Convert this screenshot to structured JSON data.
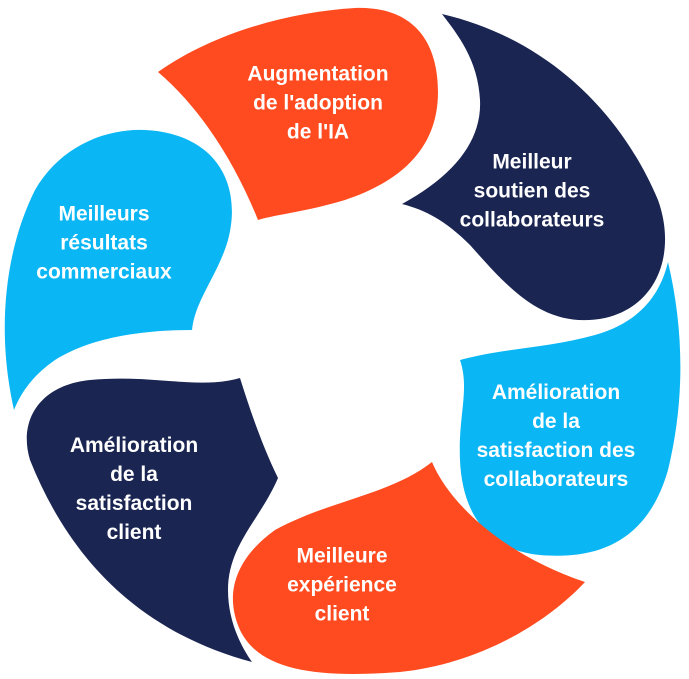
{
  "colors": {
    "orange": "#ff4b1f",
    "navy": "#1a2552",
    "sky": "#0ab6f3",
    "text": "#ffffff",
    "background": "#ffffff"
  },
  "segments": [
    {
      "id": "adoption-ia",
      "color": "orange",
      "lines": [
        "Augmentation",
        "de l'adoption",
        "de l'IA"
      ]
    },
    {
      "id": "soutien-collaborateurs",
      "color": "navy",
      "lines": [
        "Meilleur",
        "soutien des",
        "collaborateurs"
      ]
    },
    {
      "id": "satisfaction-collaborateurs",
      "color": "sky",
      "lines": [
        "Amélioration",
        "de la",
        "satisfaction des",
        "collaborateurs"
      ]
    },
    {
      "id": "experience-client",
      "color": "orange",
      "lines": [
        "Meilleure",
        "expérience",
        "client"
      ]
    },
    {
      "id": "satisfaction-client",
      "color": "navy",
      "lines": [
        "Amélioration",
        "de la",
        "satisfaction",
        "client"
      ]
    },
    {
      "id": "resultats-commerciaux",
      "color": "sky",
      "lines": [
        "Meilleurs",
        "résultats",
        "commerciaux"
      ]
    }
  ]
}
